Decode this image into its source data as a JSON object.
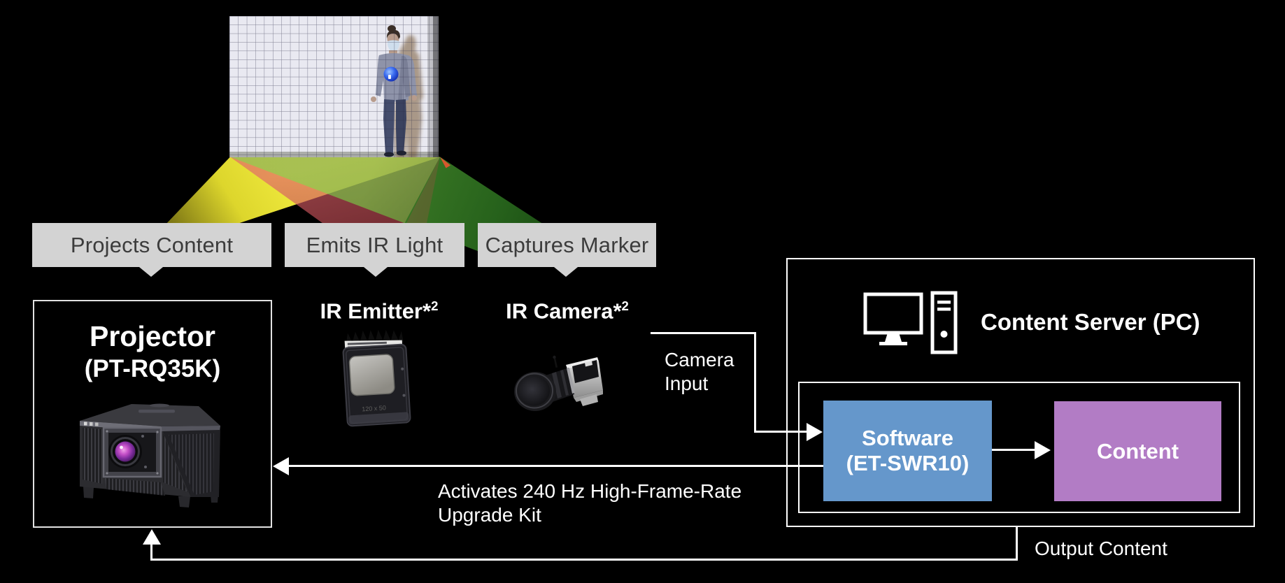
{
  "labels": {
    "projects": "Projects Content",
    "emits": "Emits IR Light",
    "captures": "Captures Marker"
  },
  "projector": {
    "title": "Projector",
    "model": "(PT-RQ35K)"
  },
  "emitter": {
    "label": "IR Emitter*",
    "sup": "2",
    "panel_text": "120 x 50"
  },
  "camera": {
    "label": "IR Camera*",
    "sup": "2"
  },
  "server": {
    "title": "Content Server (PC)"
  },
  "software": {
    "line1": "Software",
    "line2": "(ET-SWR10)"
  },
  "content": {
    "label": "Content"
  },
  "arrows": {
    "camera_input_line1": "Camera",
    "camera_input_line2": "Input",
    "activates_line1": "Activates 240 Hz High-Frame-Rate",
    "activates_line2": "Upgrade Kit",
    "output": "Output Content"
  },
  "colors": {
    "background": "#000000",
    "label_box": "#d3d3d3",
    "label_text": "#3c3c3c",
    "software_blue": "#6597cb",
    "content_purple": "#b27cc5",
    "line_white": "#ffffff",
    "beam_yellow": "#e8e23a",
    "beam_red": "#c6505a",
    "beam_green": "#3f9a2e",
    "marker_ball_blue": "#2a50d8"
  }
}
